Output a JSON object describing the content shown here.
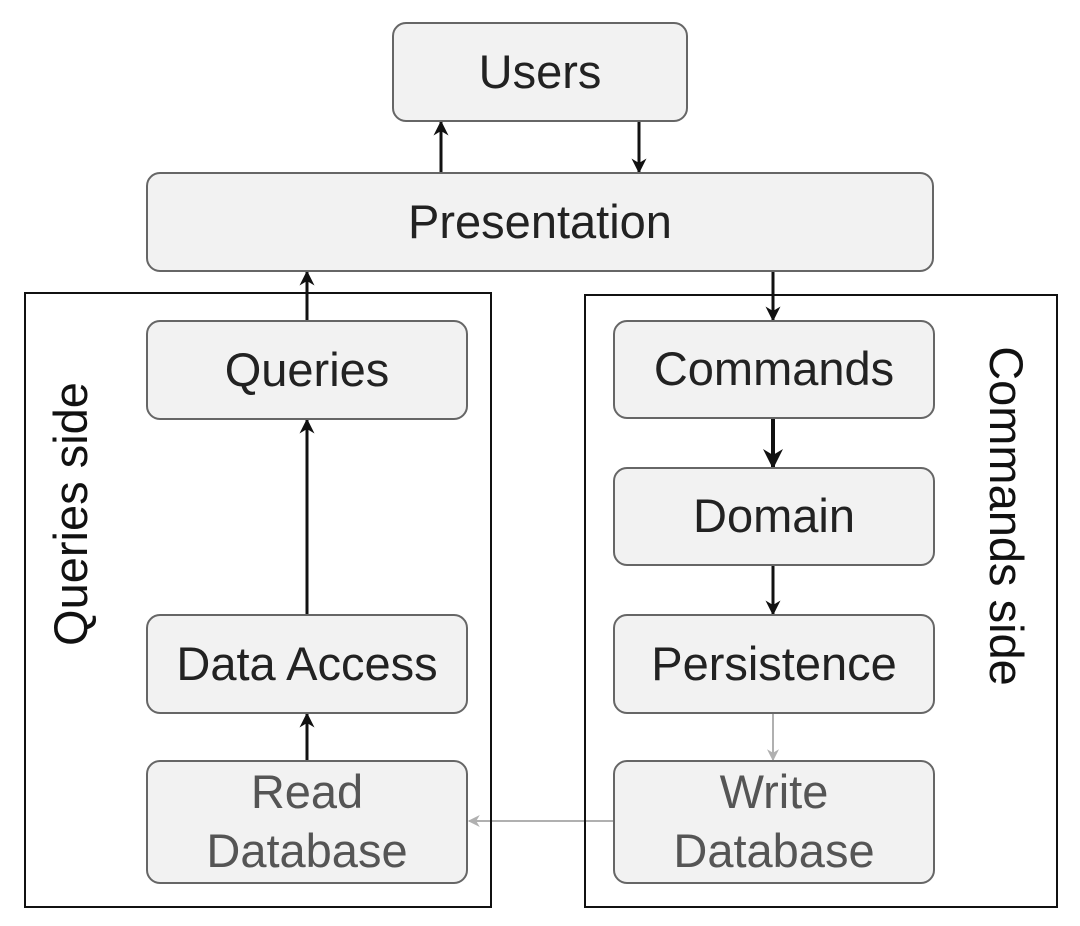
{
  "nodes": {
    "users": "Users",
    "presentation": "Presentation",
    "queries": "Queries",
    "data_access": "Data Access",
    "read_database": {
      "line1": "Read",
      "line2": "Database"
    },
    "commands": "Commands",
    "domain": "Domain",
    "persistence": "Persistence",
    "write_database": {
      "line1": "Write",
      "line2": "Database"
    }
  },
  "groups": {
    "queries_side": "Queries side",
    "commands_side": "Commands side"
  },
  "colors": {
    "box_fill": "#f2f2f2",
    "box_border": "#666666",
    "arrow": "#111111",
    "faded_arrow": "#b0b0b0"
  }
}
